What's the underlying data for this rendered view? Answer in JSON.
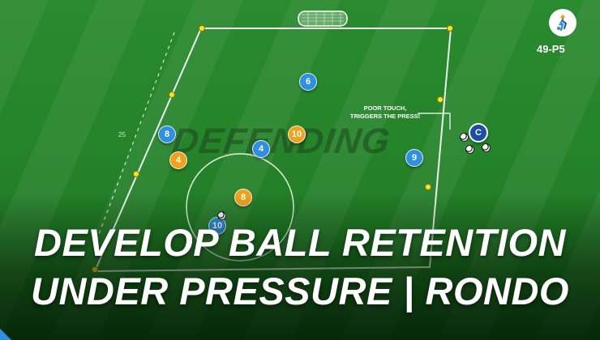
{
  "overlay": {
    "watermark": "DEFENDING",
    "annotation_line1": "POOR TOUCH,",
    "annotation_line2": "TRIGGERS THE PRESS!",
    "distance_label": "25",
    "code": "49-P5"
  },
  "players": [
    {
      "label": "6",
      "team": "blue"
    },
    {
      "label": "8",
      "team": "blue"
    },
    {
      "label": "10",
      "team": "orange"
    },
    {
      "label": "4",
      "team": "blue"
    },
    {
      "label": "4",
      "team": "orange"
    },
    {
      "label": "9",
      "team": "blue"
    },
    {
      "label": "8",
      "team": "orange"
    },
    {
      "label": "10",
      "team": "blue"
    },
    {
      "label": "C",
      "team": "coach"
    }
  ],
  "headline": {
    "line1": "DEVELOP BALL RETENTION",
    "line2": "UNDER PRESSURE | RONDO"
  },
  "colors": {
    "blue_team": "#2f8fe0",
    "orange_team": "#f0a21c",
    "cone": "#f4e52a",
    "pitch": "#25832a"
  }
}
